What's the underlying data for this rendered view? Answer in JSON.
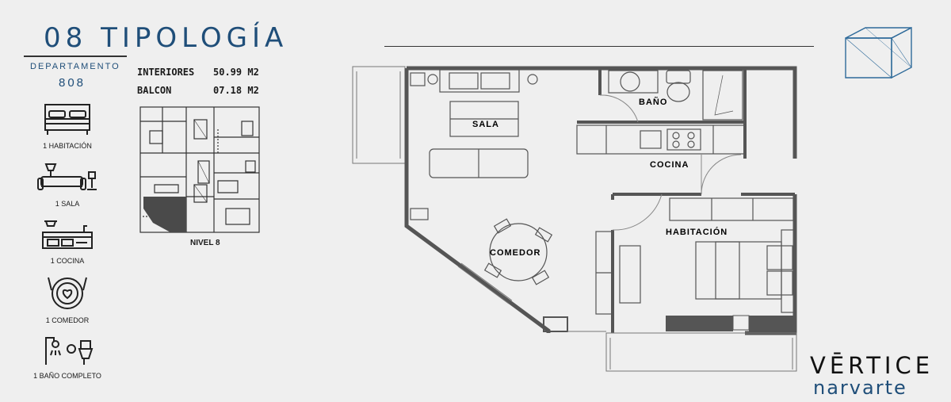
{
  "header": {
    "title": "08 TIPOLOGÍA",
    "department_label": "DEPARTAMENTO",
    "department_number": "808"
  },
  "areas": [
    {
      "label": "INTERIORES",
      "value": "50.99 M2"
    },
    {
      "label": "BALCON",
      "value": "07.18 M2"
    }
  ],
  "amenities": [
    {
      "icon": "bed-icon",
      "label": "1 HABITACIÓN"
    },
    {
      "icon": "sofa-icon",
      "label": "1 SALA"
    },
    {
      "icon": "kitchen-icon",
      "label": "1 COCINA"
    },
    {
      "icon": "dining-plate-icon",
      "label": "1 COMEDOR"
    },
    {
      "icon": "bathroom-icon",
      "label": "1 BAÑO COMPLETO"
    }
  ],
  "minimap": {
    "level_label": "NIVEL 8"
  },
  "rooms": {
    "sala": "SALA",
    "bano": "BAÑO",
    "cocina": "COCINA",
    "comedor": "COMEDOR",
    "habitacion": "HABITACIÓN"
  },
  "brand": {
    "name_top": "VĒRTICE",
    "name_bottom": "narvarte"
  },
  "colors": {
    "accent": "#1f4e79",
    "wall": "#555555",
    "cube": "#2e6a9a"
  }
}
